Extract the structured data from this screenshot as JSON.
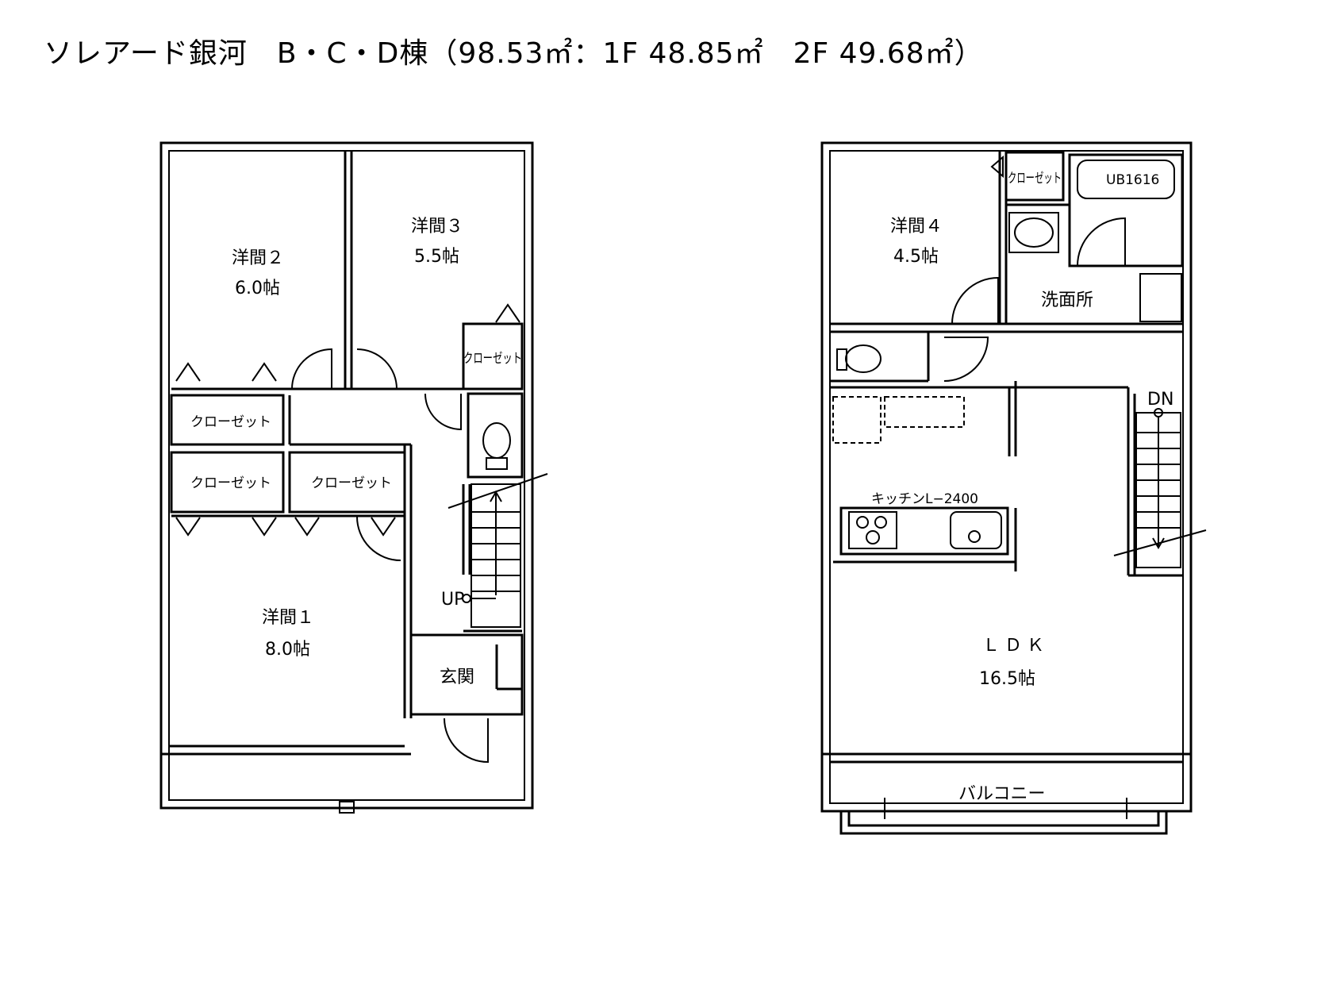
{
  "title": "ソレアード銀河　B・C・D棟（98.53㎡：1F 48.85㎡　2F 49.68㎡）",
  "floor1": {
    "rooms": [
      {
        "name": "洋間２",
        "size": "6.0帖"
      },
      {
        "name": "洋間３",
        "size": "5.5帖"
      },
      {
        "name": "洋間１",
        "size": "8.0帖"
      }
    ],
    "closet_labels": [
      "クローゼット",
      "クローゼット",
      "クローゼット",
      "クローゼット"
    ],
    "entrance": "玄関",
    "stair_up": "UP"
  },
  "floor2": {
    "rooms": [
      {
        "name": "洋間４",
        "size": "4.5帖"
      },
      {
        "name": "ＬＤＫ",
        "size": "16.5帖"
      }
    ],
    "closet_label": "クローゼット",
    "bath": "UB1616",
    "washroom": "洗面所",
    "kitchen": "キッチンL−2400",
    "stair_down": "DN",
    "balcony": "バルコニー"
  }
}
